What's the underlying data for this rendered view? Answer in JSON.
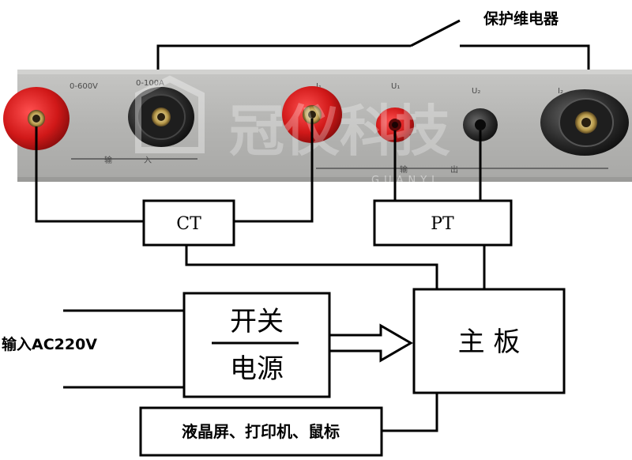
{
  "title": "保护维电器",
  "panel": {
    "range_v": "0-600V",
    "range_a": "0-100A",
    "input_word_1": "输",
    "input_word_2": "入",
    "output_word_1": "输",
    "output_word_2": "出",
    "terminal_i1": "I₁",
    "terminal_u1": "U₁",
    "terminal_u2": "U₂",
    "terminal_i2": "I₂"
  },
  "watermark": {
    "text": "冠仪科技",
    "sub": "GUANYI"
  },
  "blocks": {
    "ct": "CT",
    "pt": "PT",
    "psu_top": "开关",
    "psu_bottom": "电源",
    "mainboard": "主  板",
    "peripherals": "液晶屏、打印机、鼠标"
  },
  "input_label": "输入AC220V",
  "colors": {
    "panel": "#b8b8b6",
    "red": "#d41a1a",
    "black": "#1a1a1a",
    "line": "#000000"
  }
}
